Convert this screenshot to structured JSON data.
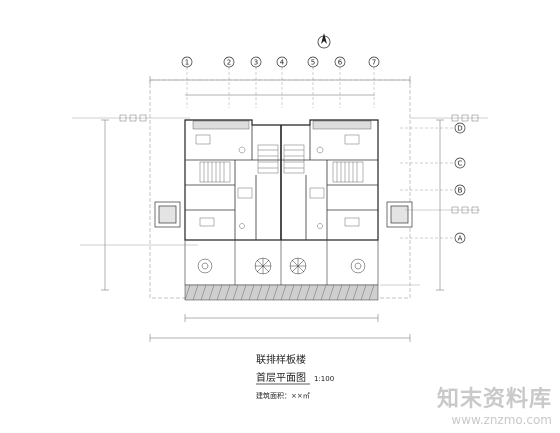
{
  "drawing": {
    "title_line1": "联排样板楼",
    "title_line2": "首层平面图",
    "scale": "1:100",
    "area_note": "建筑面积：××㎡"
  },
  "column_axes": [
    "1",
    "2",
    "3",
    "4",
    "5",
    "6",
    "7"
  ],
  "row_axes": [
    "A",
    "B",
    "C",
    "D"
  ],
  "watermark": {
    "brand": "知末资料库",
    "url": "www.znzmo.com"
  },
  "colors": {
    "line": "#333333",
    "thin": "#666666",
    "watermark": "#c9c9c9"
  }
}
